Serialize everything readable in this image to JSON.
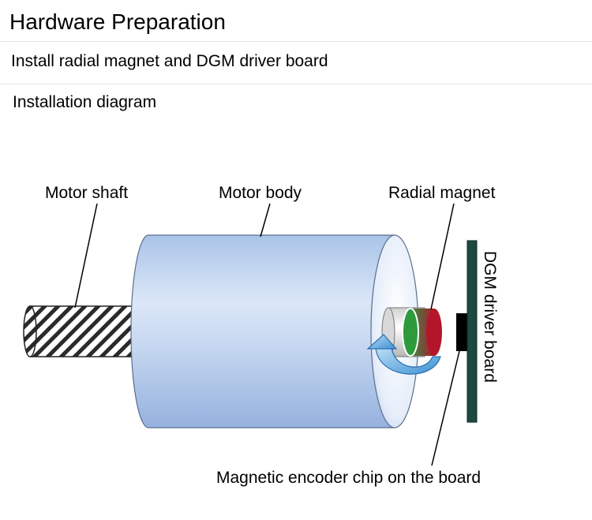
{
  "page_title": "Hardware Preparation",
  "section_title": "Install radial magnet and DGM driver board",
  "subsection_title": "Installation diagram",
  "diagram": {
    "labels": {
      "motor_shaft": "Motor shaft",
      "motor_body": "Motor body",
      "radial_magnet": "Radial magnet",
      "driver_board": "DGM driver board",
      "encoder_chip": "Magnetic encoder chip on the board"
    }
  }
}
